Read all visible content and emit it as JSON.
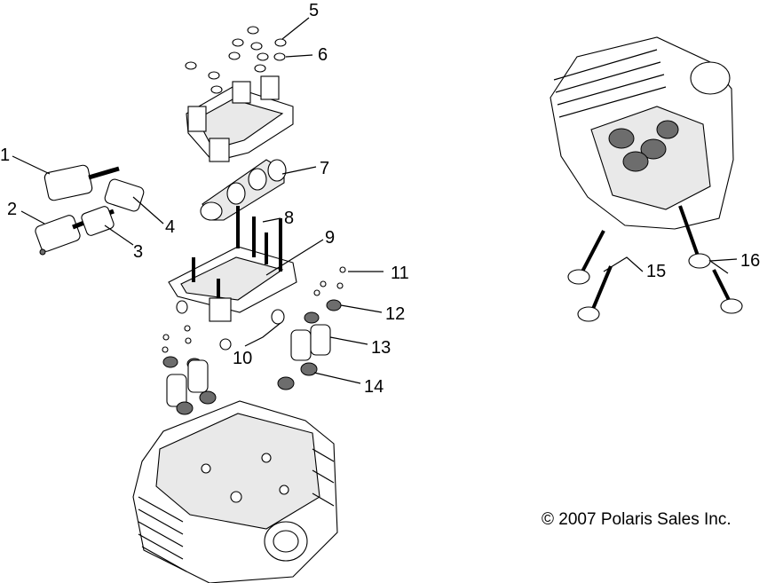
{
  "callouts": [
    "1",
    "2",
    "3",
    "4",
    "5",
    "6",
    "7",
    "8",
    "9",
    "10",
    "11",
    "12",
    "13",
    "14",
    "15",
    "16"
  ],
  "copyright": "© 2007 Polaris Sales Inc."
}
